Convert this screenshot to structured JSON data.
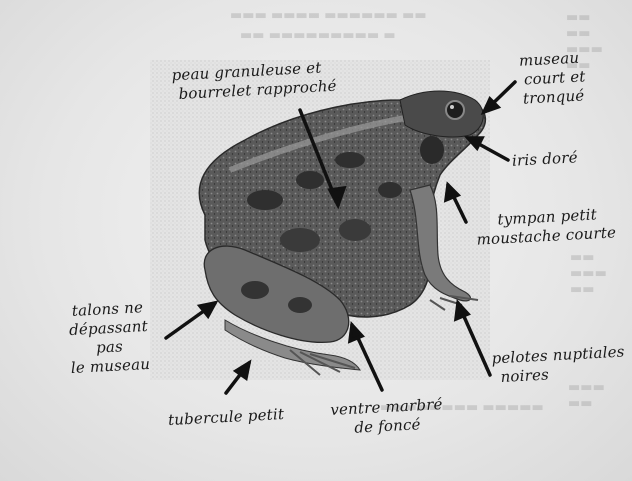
{
  "labels": {
    "skin": [
      "peau granuleuse et",
      "bourrelet rapproché"
    ],
    "snout": [
      "museau",
      "court et",
      "tronqué"
    ],
    "iris": [
      "iris doré"
    ],
    "tympan": [
      "tympan petit",
      "moustache courte"
    ],
    "heels": [
      "talons ne",
      "dépassant pas",
      "le museau"
    ],
    "tubercle": [
      "tubercule petit"
    ],
    "belly": [
      "ventre marbré",
      "de foncé"
    ],
    "pads": [
      "pelotes nuptiales",
      "noires"
    ]
  },
  "colors": {
    "ink": "#1a1a1a",
    "frog_dark": "#3e3e3e",
    "frog_mid": "#6b6b6b",
    "frog_light": "#a8a8a8"
  }
}
